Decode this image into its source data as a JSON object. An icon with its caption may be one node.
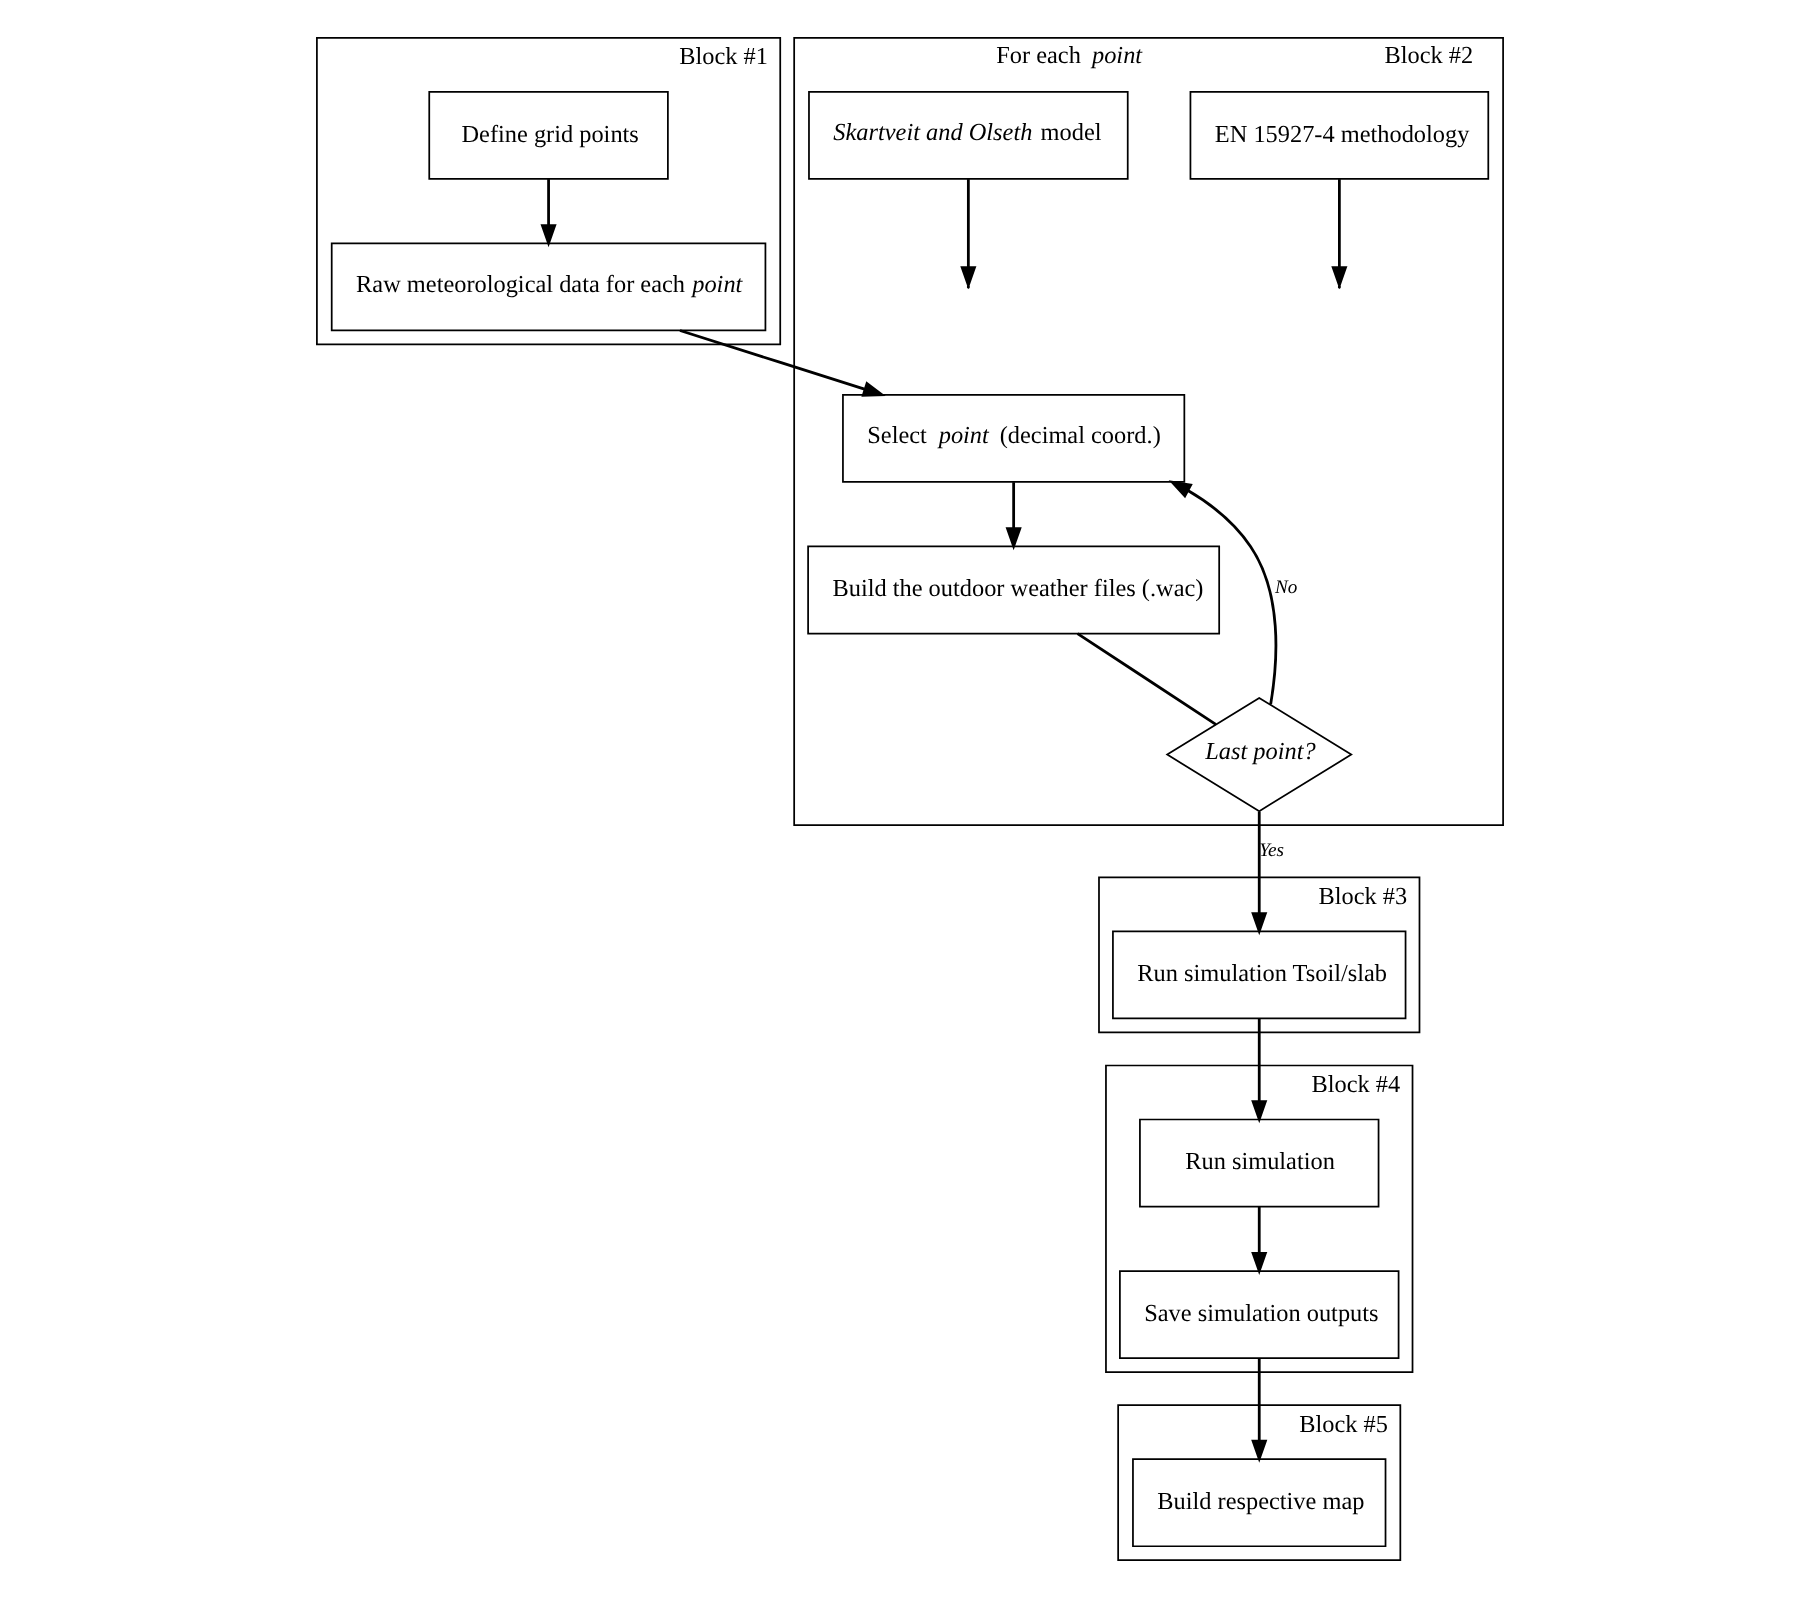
{
  "diagram": {
    "nodes": [
      {
        "text": [
          "Block #1"
        ]
      },
      {
        "text": [
          "Define grid points"
        ],
        "in": 0
      },
      {
        "text": [
          "Raw meteorological data for each *point*"
        ],
        "in": 0
      },
      {
        "text": [
          "For each *point*",
          "Block #2"
        ]
      },
      {
        "text": [
          "Select *point* (decimal coord.)"
        ],
        "in": 3
      },
      {
        "text": [
          "EN 15927-4 methodology"
        ],
        "in": 3
      },
      {
        "text": [
          "*Skartveit and Olseth* model"
        ],
        "in": 3
      },
      {
        "text": [
          "Build the outdoor weather files (.wac)"
        ],
        "in": 3
      },
      {
        "text": [
          "*Last point?*"
        ],
        "in": 3
      },
      {
        "text": [
          "Block #5"
        ]
      },
      {
        "text": [
          "Build respective map"
        ],
        "in": 9
      },
      {
        "text": [
          "Block #4"
        ]
      },
      {
        "text": [
          "Save simulation outputs"
        ],
        "in": 11
      },
      {
        "text": [
          "Run simulation"
        ],
        "in": 11
      },
      {
        "text": [
          "Block #3"
        ]
      },
      {
        "text": [
          "Run simulation Tsoil/slab"
        ],
        "in": 14
      }
    ],
    "edges": [
      {
        "from": 1,
        "to": 2,
        "arrow": "to"
      },
      {
        "from": 2,
        "to": 4,
        "arrow": "to"
      },
      {
        "from": 4,
        "to": 7,
        "arrow": "to"
      },
      {
        "from": 5,
        "to": null,
        "arrow": "to"
      },
      {
        "from": 6,
        "to": null,
        "arrow": "to"
      },
      {
        "from": 7,
        "to": 8,
        "arrow": "none"
      },
      {
        "from": 8,
        "to": 4,
        "arrow": "to",
        "label": "No"
      },
      {
        "from": 8,
        "to": 15,
        "arrow": "to",
        "label": "Yes"
      },
      {
        "from": 15,
        "to": 13,
        "arrow": "to"
      },
      {
        "from": 13,
        "to": 12,
        "arrow": "to"
      },
      {
        "from": 12,
        "to": 10,
        "arrow": "to"
      }
    ]
  }
}
